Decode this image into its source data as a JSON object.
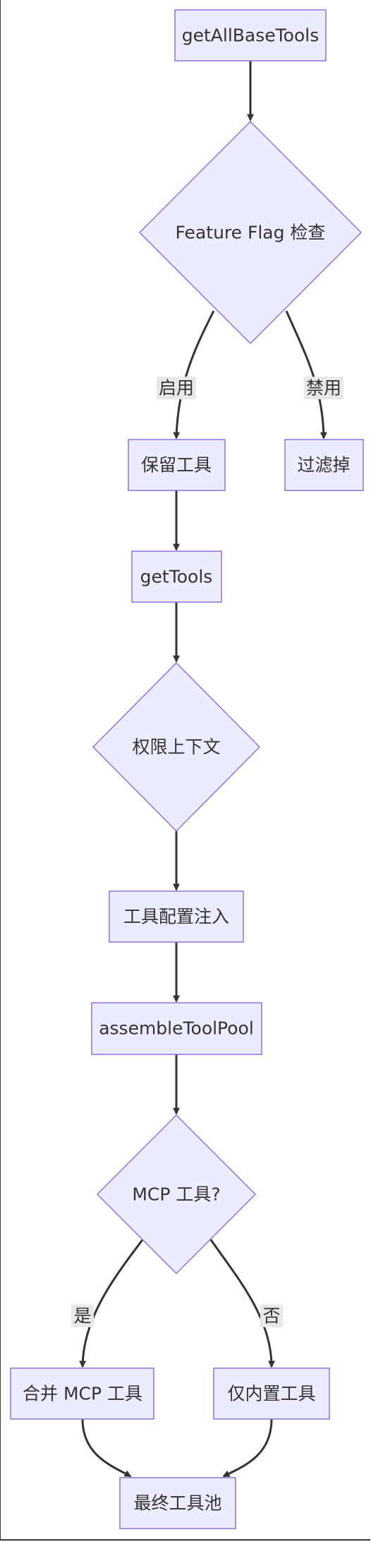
{
  "diagram": {
    "nodes": {
      "get_all_base_tools": "getAllBaseTools",
      "feature_flag_check": "Feature Flag 检查",
      "keep_tools": "保留工具",
      "filter_out": "过滤掉",
      "get_tools": "getTools",
      "permission_context": "权限上下文",
      "tool_config_inject": "工具配置注入",
      "assemble_tool_pool": "assembleToolPool",
      "mcp_tools_question": "MCP 工具?",
      "merge_mcp_tools": "合并 MCP 工具",
      "builtin_only": "仅内置工具",
      "final_tool_pool": "最终工具池"
    },
    "edge_labels": {
      "enabled": "启用",
      "disabled": "禁用",
      "yes": "是",
      "no": "否"
    }
  },
  "colors": {
    "node_fill": "#ececff",
    "node_stroke": "#9370db",
    "edge": "#333333",
    "label_bg": "#e8e8e8",
    "text": "#333333"
  }
}
